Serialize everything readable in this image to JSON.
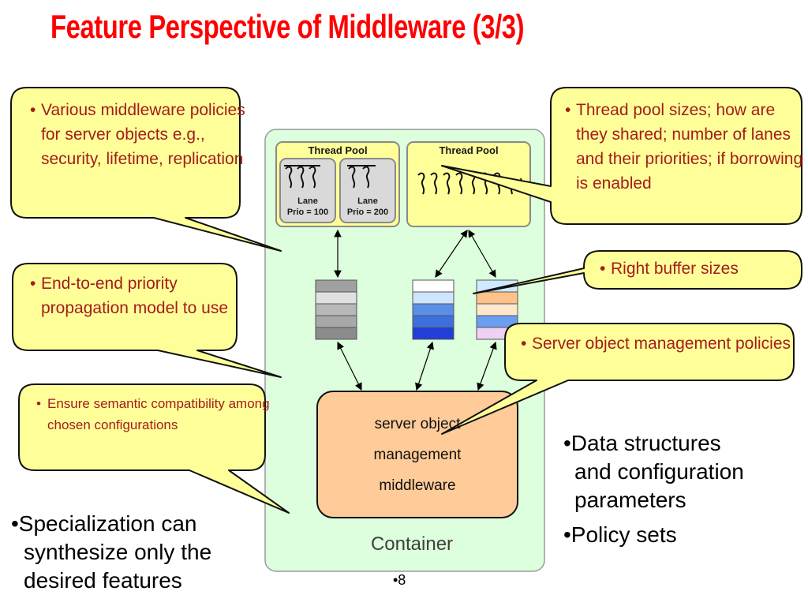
{
  "title": "Feature Perspective of Middleware (3/3)",
  "colors": {
    "title": "#ff0000",
    "callout_fill": "#ffff99",
    "callout_text": "#a31d1d",
    "container_fill": "#ddffdd",
    "pool_fill": "#ffff99",
    "som_fill": "#ffcc99"
  },
  "callouts": {
    "policies": {
      "bullet": "•",
      "text": "Various middleware policies for server objects e.g., security, lifetime, replication"
    },
    "thread_pool": {
      "bullet": "•",
      "text": "Thread pool sizes; how are they shared; number of lanes and their priorities; if borrowing is enabled"
    },
    "priority": {
      "bullet": "•",
      "text": "End-to-end priority propagation model to use"
    },
    "buffer": {
      "bullet": "•",
      "text": "Right buffer sizes"
    },
    "som_policies": {
      "bullet": "•",
      "text": "Server object management policies"
    },
    "semantic": {
      "bullet": "•",
      "text": "Ensure semantic compatibility among chosen configurations"
    }
  },
  "diagram": {
    "pool_left": {
      "title": "Thread Pool",
      "lanes": [
        {
          "name": "Lane",
          "prio": "Prio = 100"
        },
        {
          "name": "Lane",
          "prio": "Prio = 200"
        }
      ]
    },
    "pool_right": {
      "title": "Thread Pool"
    },
    "som": {
      "line1": "server object",
      "line2": "management",
      "line3": "middleware"
    },
    "container_label": "Container"
  },
  "bullets_left": [
    "•Specialization can",
    "synthesize only the",
    "desired features"
  ],
  "bullets_right": [
    "•Data structures",
    "and configuration",
    "parameters",
    "•Policy sets"
  ],
  "slide_number": "•8"
}
